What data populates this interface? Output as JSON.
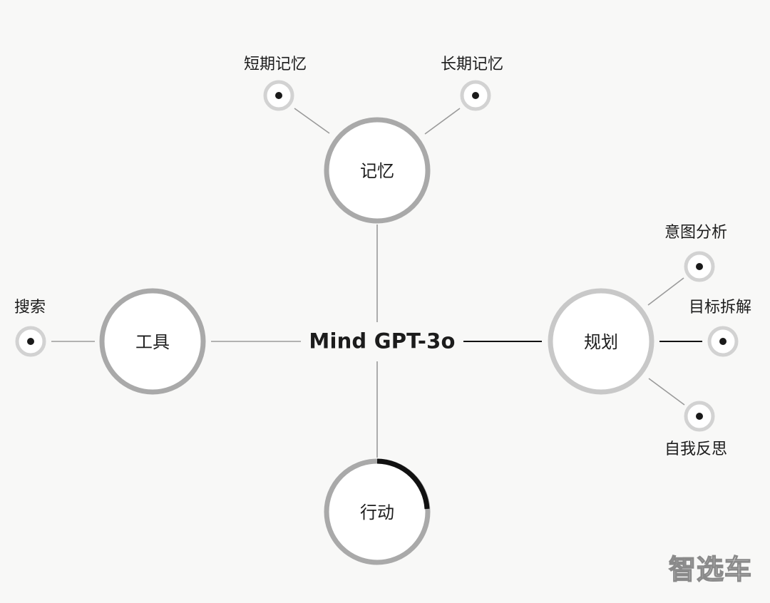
{
  "diagram": {
    "center_label": "Mind GPT-3o",
    "nodes": [
      {
        "id": "memory",
        "label": "记忆",
        "leaves": [
          "短期记忆",
          "长期记忆"
        ]
      },
      {
        "id": "tools",
        "label": "工具",
        "leaves": [
          "搜索"
        ]
      },
      {
        "id": "planning",
        "label": "规划",
        "leaves": [
          "意图分析",
          "目标拆解",
          "自我反思"
        ]
      },
      {
        "id": "action",
        "label": "行动",
        "leaves": []
      }
    ]
  },
  "watermark": "智选车",
  "colors": {
    "background": "#f8f8f7",
    "ring": "#a9a9a9",
    "ring_light": "#c8c8c8",
    "line": "#9a9a9a",
    "accent": "#111111",
    "text": "#1c1c1c"
  }
}
